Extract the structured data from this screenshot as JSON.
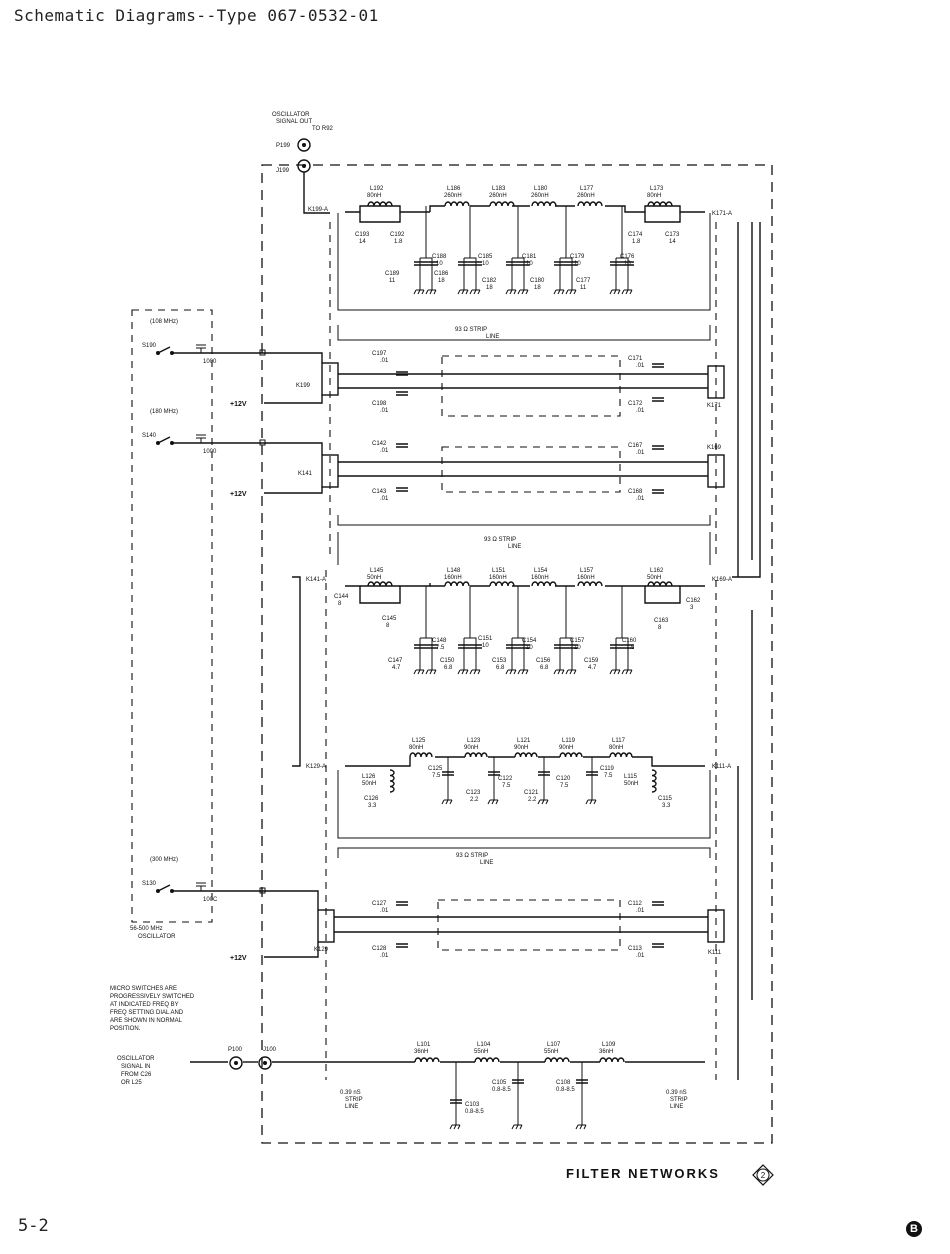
{
  "header": {
    "title": "Schematic Diagrams--Type 067-0532-01"
  },
  "footer": {
    "page_number": "5-2",
    "revision": "B"
  },
  "diagram": {
    "caption": "FILTER NETWORKS",
    "caption_number": "2",
    "oscillator_out": [
      "OSCILLATOR",
      "SIGNAL OUT",
      "TO R92"
    ],
    "oscillator_in": [
      "OSCILLATOR",
      "SIGNAL IN",
      "FROM C26",
      "OR L25"
    ],
    "note": [
      "MICRO SWITCHES ARE",
      "PROGRESSIVELY SWITCHED",
      "AT INDICATED FREQ BY",
      "FREQ SETTING DIAL AND",
      "ARE SHOWN IN NORMAL",
      "POSITION."
    ],
    "oscillator_box": [
      "56-500 MHz",
      "OSCILLATOR"
    ],
    "switches": [
      {
        "ref": "S190",
        "freq": "(108 MHz)",
        "cap": "1000"
      },
      {
        "ref": "S140",
        "freq": "(180 MHz)",
        "cap": "1000"
      },
      {
        "ref": "S130",
        "freq": "(300 MHz)",
        "cap": "100C"
      }
    ],
    "supply": "+12V",
    "connectors": {
      "p199": "P199",
      "j199": "J199",
      "p100": "P100",
      "j100": "J100"
    },
    "relays": [
      "K199",
      "K141",
      "K129",
      "K171",
      "K169",
      "K111"
    ],
    "relay_contacts": [
      "K199-A",
      "K171-A",
      "K141-A",
      "K169-A",
      "K129-A",
      "K111-A"
    ],
    "strip_line": [
      "93 Ω STRIP",
      "LINE"
    ],
    "strip_line_short": [
      "0.39 nS",
      "STRIP",
      "LINE"
    ],
    "filter1": {
      "inductors": [
        {
          "ref": "L192",
          "val": "80nH"
        },
        {
          "ref": "L186",
          "val": "260nH"
        },
        {
          "ref": "L183",
          "val": "260nH"
        },
        {
          "ref": "L180",
          "val": "260nH"
        },
        {
          "ref": "L177",
          "val": "260nH"
        },
        {
          "ref": "L173",
          "val": "80nH"
        }
      ],
      "caps": [
        {
          "ref": "C193",
          "val": "14"
        },
        {
          "ref": "C192",
          "val": "1.8"
        },
        {
          "ref": "C189",
          "val": "11"
        },
        {
          "ref": "C188",
          "val": "10"
        },
        {
          "ref": "C186",
          "val": "18"
        },
        {
          "ref": "C185",
          "val": "10"
        },
        {
          "ref": "C182",
          "val": "18"
        },
        {
          "ref": "C181",
          "val": "10"
        },
        {
          "ref": "C180",
          "val": "18"
        },
        {
          "ref": "C179",
          "val": "10"
        },
        {
          "ref": "C177",
          "val": "11"
        },
        {
          "ref": "C176",
          "val": "10"
        },
        {
          "ref": "C174",
          "val": "1.8"
        },
        {
          "ref": "C173",
          "val": "14"
        }
      ]
    },
    "bypass": [
      {
        "ref": "C197",
        "val": ".01"
      },
      {
        "ref": "C198",
        "val": ".01"
      },
      {
        "ref": "C171",
        "val": ".01"
      },
      {
        "ref": "C172",
        "val": ".01"
      },
      {
        "ref": "C142",
        "val": ".01"
      },
      {
        "ref": "C143",
        "val": ".01"
      },
      {
        "ref": "C167",
        "val": ".01"
      },
      {
        "ref": "C168",
        "val": ".01"
      },
      {
        "ref": "C127",
        "val": ".01"
      },
      {
        "ref": "C128",
        "val": ".01"
      },
      {
        "ref": "C112",
        "val": ".01"
      },
      {
        "ref": "C113",
        "val": ".01"
      }
    ],
    "filter2": {
      "inductors": [
        {
          "ref": "L145",
          "val": "50nH"
        },
        {
          "ref": "L148",
          "val": "160nH"
        },
        {
          "ref": "L151",
          "val": "160nH"
        },
        {
          "ref": "L154",
          "val": "160nH"
        },
        {
          "ref": "L157",
          "val": "160nH"
        },
        {
          "ref": "L162",
          "val": "50nH"
        }
      ],
      "caps": [
        {
          "ref": "C144",
          "val": "8"
        },
        {
          "ref": "C145",
          "val": "8"
        },
        {
          "ref": "C147",
          "val": "4.7"
        },
        {
          "ref": "C148",
          "val": "7.5"
        },
        {
          "ref": "C150",
          "val": "6.8"
        },
        {
          "ref": "C151",
          "val": "10"
        },
        {
          "ref": "C153",
          "val": "6.8"
        },
        {
          "ref": "C154",
          "val": "10"
        },
        {
          "ref": "C156",
          "val": "6.8"
        },
        {
          "ref": "C157",
          "val": "10"
        },
        {
          "ref": "C159",
          "val": "4.7"
        },
        {
          "ref": "C160",
          "val": "7.5"
        },
        {
          "ref": "C162",
          "val": "3"
        },
        {
          "ref": "C163",
          "val": "8"
        }
      ]
    },
    "filter3": {
      "inductors": [
        {
          "ref": "L125",
          "val": "80nH"
        },
        {
          "ref": "L123",
          "val": "90nH"
        },
        {
          "ref": "L121",
          "val": "90nH"
        },
        {
          "ref": "L119",
          "val": "90nH"
        },
        {
          "ref": "L117",
          "val": "80nH"
        },
        {
          "ref": "L126",
          "val": "50nH"
        },
        {
          "ref": "L115",
          "val": "50nH"
        }
      ],
      "caps": [
        {
          "ref": "C126",
          "val": "3.3"
        },
        {
          "ref": "C125",
          "val": "7.5"
        },
        {
          "ref": "C123",
          "val": "2.2"
        },
        {
          "ref": "C122",
          "val": "7.5"
        },
        {
          "ref": "C121",
          "val": "2.2"
        },
        {
          "ref": "C120",
          "val": "7.5"
        },
        {
          "ref": "C119",
          "val": "7.5"
        },
        {
          "ref": "C115",
          "val": "3.3"
        }
      ]
    },
    "filter4": {
      "inductors": [
        {
          "ref": "L101",
          "val": "36nH"
        },
        {
          "ref": "L104",
          "val": "55nH"
        },
        {
          "ref": "L107",
          "val": "55nH"
        },
        {
          "ref": "L109",
          "val": "36nH"
        }
      ],
      "caps": [
        {
          "ref": "C103",
          "val": "0.8-8.5"
        },
        {
          "ref": "C105",
          "val": "0.8-8.5"
        },
        {
          "ref": "C108",
          "val": "0.8-8.5"
        }
      ]
    }
  }
}
